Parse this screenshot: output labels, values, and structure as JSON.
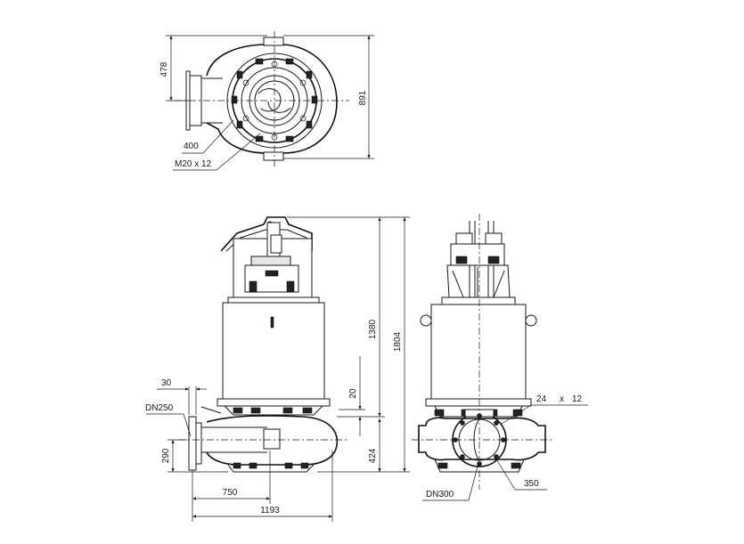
{
  "labels": {
    "top_478": "478",
    "top_891": "891",
    "top_400": "400",
    "top_bolt": "M20 x 12",
    "side_30": "30",
    "side_dn250": "DN250",
    "side_290": "290",
    "side_750": "750",
    "side_1193": "1193",
    "side_1380": "1380",
    "side_1804": "1804",
    "side_20": "20",
    "side_424": "424",
    "front_24": "24",
    "front_x": "x",
    "front_12": "12",
    "front_dn300": "DN300",
    "front_350": "350"
  }
}
